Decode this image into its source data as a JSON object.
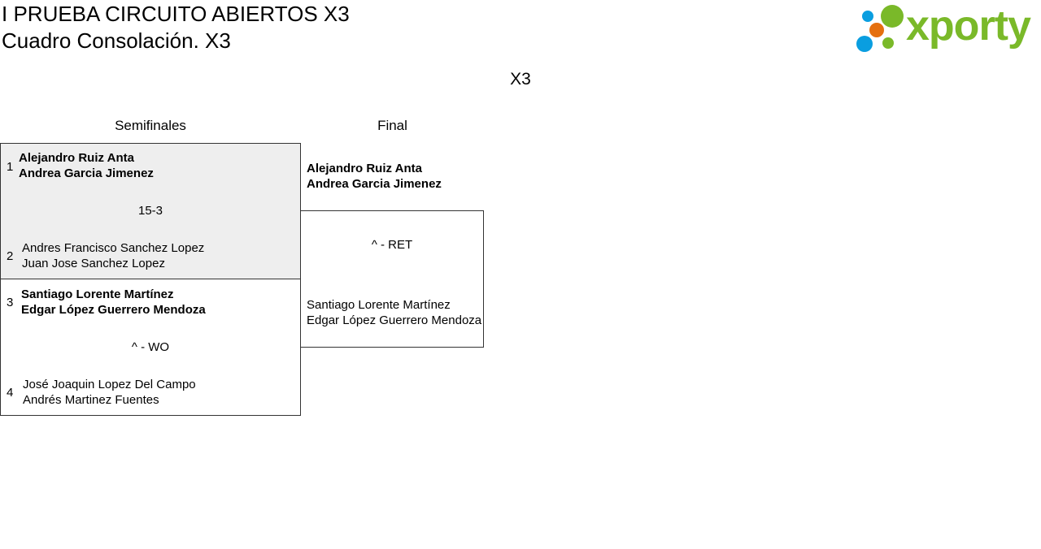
{
  "header": {
    "title": "I PRUEBA CIRCUITO ABIERTOS X3",
    "subtitle": "Cuadro Consolación. X3",
    "logo_text": "xporty",
    "colors": {
      "green": "#7ab929",
      "blue": "#0a9ee0",
      "orange": "#e5700f"
    }
  },
  "category": "X3",
  "rounds": [
    {
      "label": "Semifinales"
    },
    {
      "label": "Final"
    }
  ],
  "semifinals": [
    {
      "score": "15-3",
      "top": {
        "seed": "1",
        "p1": "Alejandro Ruiz Anta",
        "p2": "Andrea Garcia Jimenez"
      },
      "bottom": {
        "seed": "2",
        "p1": "Andres Francisco Sanchez Lopez",
        "p2": "Juan Jose Sanchez Lopez"
      }
    },
    {
      "score": "^ - WO",
      "top": {
        "seed": "3",
        "p1": "Santiago Lorente Martínez",
        "p2": "Edgar López Guerrero Mendoza"
      },
      "bottom": {
        "seed": "4",
        "p1": "José Joaquin Lopez Del Campo",
        "p2": "Andrés Martinez Fuentes"
      }
    }
  ],
  "final": {
    "score": "^ - RET",
    "top": {
      "p1": "Alejandro Ruiz Anta",
      "p2": "Andrea Garcia Jimenez"
    },
    "bottom": {
      "p1": "Santiago Lorente Martínez",
      "p2": "Edgar López Guerrero Mendoza"
    }
  }
}
